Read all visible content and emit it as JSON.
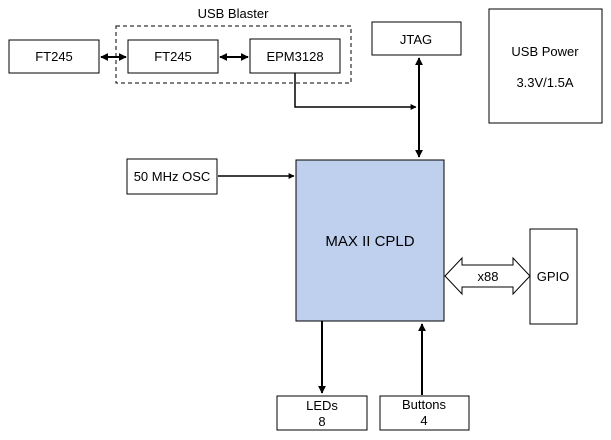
{
  "diagram": {
    "group": {
      "label": "USB Blaster"
    },
    "blocks": {
      "ft245_ext": "FT245",
      "ft245_int": "FT245",
      "epm3128": "EPM3128",
      "jtag": "JTAG",
      "usb_power_title": "USB Power",
      "usb_power_spec": "3.3V/1.5A",
      "osc": "50 MHz OSC",
      "cpld": "MAX II CPLD",
      "gpio": "GPIO",
      "leds_title": "LEDs",
      "leds_count": "8",
      "buttons_title": "Buttons",
      "buttons_count": "4"
    },
    "bus": {
      "label": "x88"
    },
    "connections": [
      {
        "from": "FT245 (external)",
        "to": "FT245 (USB Blaster)",
        "direction": "bidirectional"
      },
      {
        "from": "FT245 (USB Blaster)",
        "to": "EPM3128",
        "direction": "bidirectional"
      },
      {
        "from": "EPM3128",
        "to": "JTAG/MAX II CPLD line",
        "direction": "one-way"
      },
      {
        "from": "JTAG",
        "to": "MAX II CPLD",
        "direction": "bidirectional"
      },
      {
        "from": "50 MHz OSC",
        "to": "MAX II CPLD",
        "direction": "one-way"
      },
      {
        "from": "MAX II CPLD",
        "to": "GPIO",
        "direction": "bidirectional bus",
        "width": "x88"
      },
      {
        "from": "MAX II CPLD",
        "to": "LEDs",
        "direction": "one-way"
      },
      {
        "from": "Buttons",
        "to": "MAX II CPLD",
        "direction": "one-way"
      }
    ]
  }
}
